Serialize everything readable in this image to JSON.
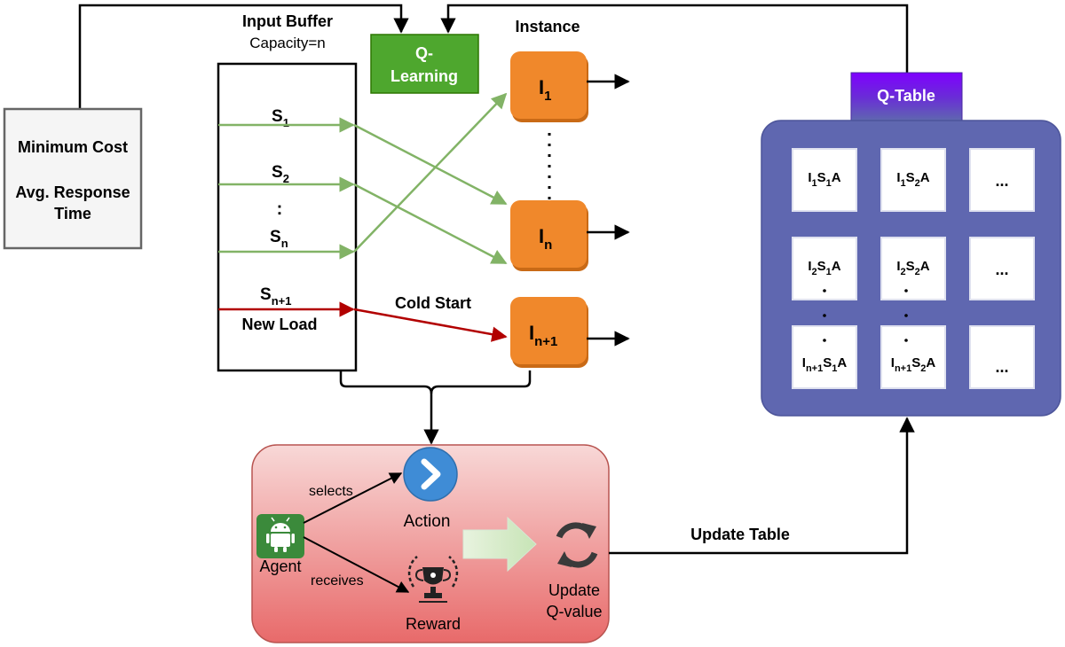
{
  "metrics_box": {
    "line1": "Minimum Cost",
    "line2": "Avg. Response",
    "line3": "Time"
  },
  "input_buffer": {
    "title": "Input Buffer",
    "capacity": "Capacity=n",
    "s1": {
      "base": "S",
      "sub": "1"
    },
    "s2": {
      "base": "S",
      "sub": "2"
    },
    "dots": ":",
    "sn": {
      "base": "S",
      "sub": "n"
    },
    "sn1": {
      "base": "S",
      "sub": "n+1"
    },
    "new_load": "New Load"
  },
  "q_learning": {
    "line1": "Q-",
    "line2": "Learning"
  },
  "instance": {
    "title": "Instance",
    "i1": {
      "base": "I",
      "sub": "1"
    },
    "in": {
      "base": "I",
      "sub": "n"
    },
    "in1": {
      "base": "I",
      "sub": "n+1"
    }
  },
  "cold_start": "Cold Start",
  "q_table": {
    "title": "Q-Table",
    "cells": {
      "r1c1": "I1S1A",
      "r1c2": "I1S2A",
      "r1c3": "...",
      "r2c1": "I2S1A",
      "r2c2": "I2S2A",
      "r2c3": "...",
      "r3c1": "In+1S1A",
      "r3c2": "In+1S2A",
      "r3c3": "..."
    }
  },
  "agent_panel": {
    "agent": "Agent",
    "selects": "selects",
    "receives": "receives",
    "action": "Action",
    "reward": "Reward",
    "update_line1": "Update",
    "update_line2": "Q-value"
  },
  "update_table": "Update Table",
  "colors": {
    "green_arrow": "#82b366",
    "red_arrow": "#b20000",
    "instance_fill": "#f0882b",
    "q_learning_fill": "#4ea72e",
    "q_table_fill": "#5f67b0",
    "q_table_header": "#7f00ff",
    "panel_top": "#f7d4d3",
    "panel_bottom": "#e97070",
    "metrics_fill": "#f5f5f5"
  },
  "icons": [
    "chevron-right-icon",
    "refresh-icon",
    "android-icon",
    "trophy-icon"
  ]
}
